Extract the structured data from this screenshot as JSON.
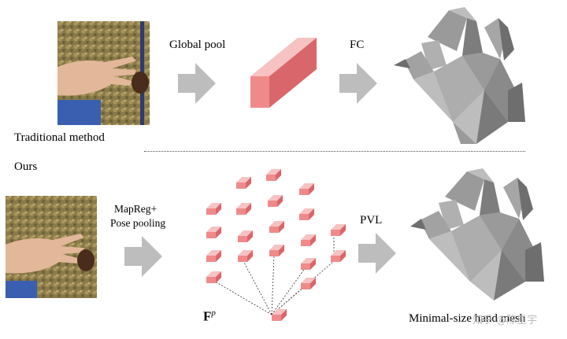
{
  "top_row": {
    "label": "Traditional method",
    "step1_label": "Global pool",
    "step2_label": "FC"
  },
  "bottom_row": {
    "label": "Ours",
    "step1_label_line1": "MapReg+",
    "step1_label_line2": "Pose pooling",
    "feature_label": "F",
    "feature_sup": "p",
    "step2_label": "PVL",
    "output_label": "Minimal-size hand mesh"
  },
  "watermark": "知乎 @陈星宇",
  "colors": {
    "block_front": "#f08a8a",
    "block_top": "#f7c2c2",
    "block_side": "#d9666a",
    "arrow": "#bdbdbd",
    "mesh_light": "#bdbdbd",
    "mesh_mid": "#9a9a9a",
    "mesh_dark": "#6e6e6e"
  }
}
